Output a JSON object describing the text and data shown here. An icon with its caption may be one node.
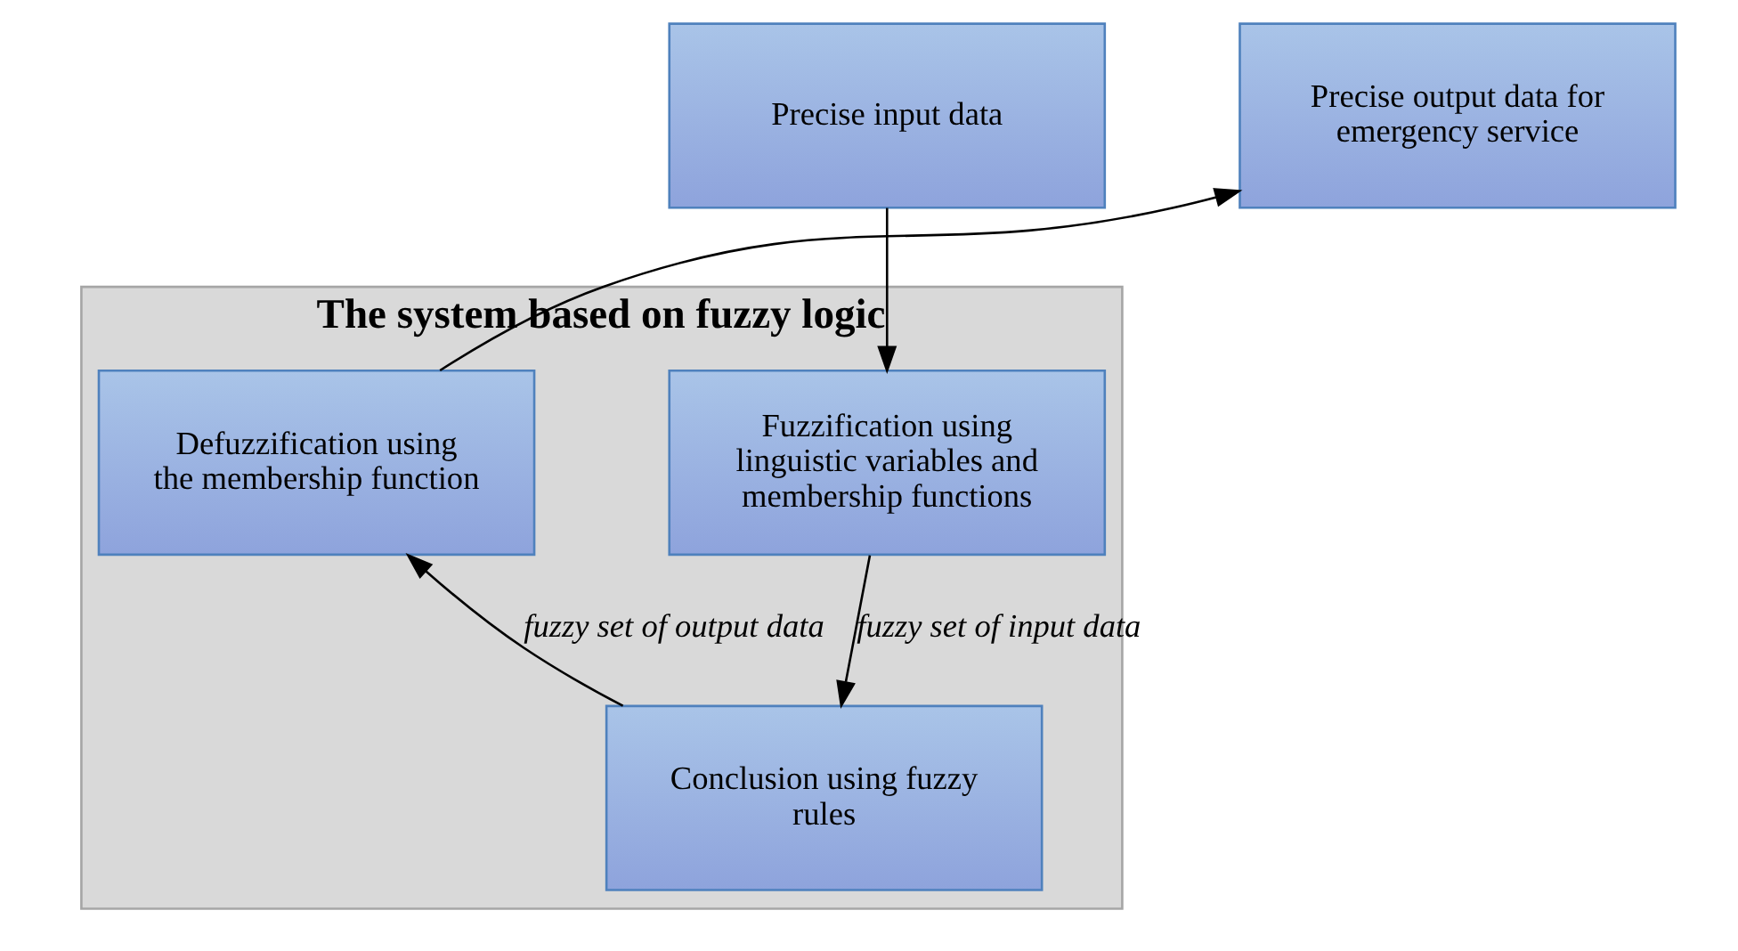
{
  "diagram": {
    "nodes": [
      {
        "text": [
          "Precise input data"
        ]
      },
      {
        "text": [
          "Precise output data for emergency service"
        ]
      },
      {
        "text": [
          "The system based on fuzzy logic"
        ]
      },
      {
        "text": [
          "Fuzzification using linguistic variables and membership functions"
        ],
        "in": 2
      },
      {
        "text": [
          "Conclusion using fuzzy rules"
        ],
        "in": 2
      },
      {
        "text": [
          "Defuzzification using the membership function"
        ],
        "in": 2
      }
    ],
    "edges": [
      {
        "from": 0,
        "to": 3,
        "arrow": "to"
      },
      {
        "from": 3,
        "to": 4,
        "arrow": "to",
        "label": "fuzzy set of input data"
      },
      {
        "from": 4,
        "to": 5,
        "arrow": "to",
        "label": "fuzzy set of output data"
      },
      {
        "from": 5,
        "to": 1,
        "arrow": "to"
      }
    ]
  }
}
